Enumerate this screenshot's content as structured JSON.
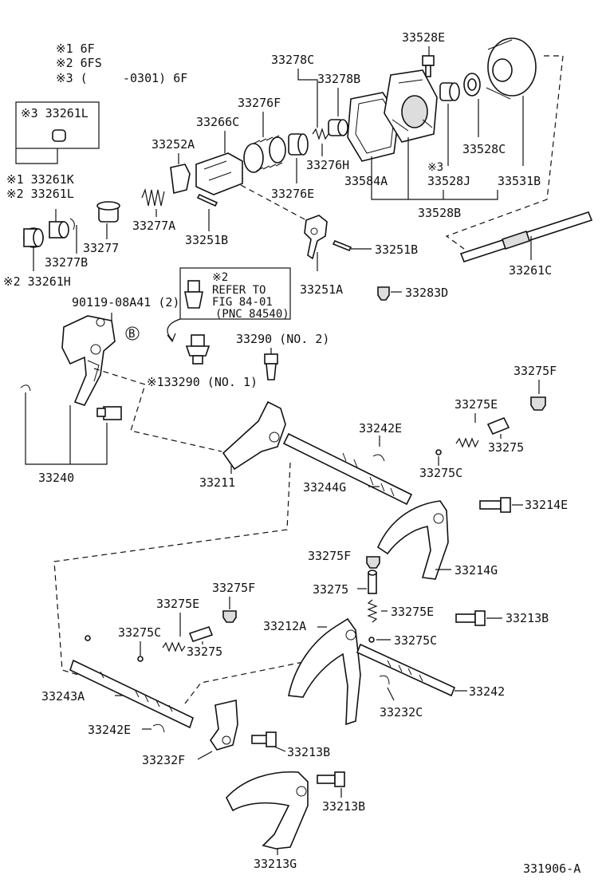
{
  "legend": {
    "n1": "※1 6F",
    "n2": "※2 6FS",
    "n3a": "※3 (",
    "n3b": "-0301) 6F"
  },
  "labels": {
    "p33528E": "33528E",
    "p33278C": "33278C",
    "p33278B": "33278B",
    "p33276F": "33276F",
    "p33266C": "33266C",
    "p33252A": "33252A",
    "p33261L_box": "※3 33261L",
    "p33261K": "※1 33261K",
    "p33261L": "※2 33261L",
    "p33276H": "33276H",
    "p33528C": "33528C",
    "p33584A": "33584A",
    "p33528J": "33528J",
    "p33528J_note": "※3",
    "p33531B": "33531B",
    "p33276E": "33276E",
    "p33277A": "33277A",
    "p33528B": "33528B",
    "p33277": "33277",
    "p33251B_a": "33251B",
    "p33251B_b": "33251B",
    "p33277B": "33277B",
    "p33261H": "※2 33261H",
    "p33261C": "33261C",
    "p33251A": "33251A",
    "p33283D": "33283D",
    "bolt": "90119-08A41 (2)",
    "circleB": "B",
    "refer_note": "※2",
    "refer1": "REFER TO",
    "refer2": "FIG 84-01",
    "refer3": "(PNC 84540)",
    "p33290_2": "33290 (NO. 2)",
    "p33290_1": "※133290 (NO. 1)",
    "p33275F_a": "33275F",
    "p33275E_a": "33275E",
    "p33242E_a": "33242E",
    "p33275_a": "33275",
    "p33275C_a": "33275C",
    "p33240": "33240",
    "p33211": "33211",
    "p33244G": "33244G",
    "p33214E": "33214E",
    "p33275F_b": "33275F",
    "p33214G": "33214G",
    "p33275_b": "33275",
    "p33275F_c": "33275F",
    "p33275E_b": "33275E",
    "p33275E_c": "33275E",
    "p33212A": "33212A",
    "p33213B_a": "33213B",
    "p33275C_b": "33275C",
    "p33275C_c": "33275C",
    "p33275_c": "33275",
    "p33242": "33242",
    "p33243A": "33243A",
    "p33232C": "33232C",
    "p33242E_b": "33242E",
    "p33213B_b": "33213B",
    "p33232F": "33232F",
    "p33213B_c": "33213B",
    "p33213G": "33213G",
    "figno": "331906-A"
  }
}
